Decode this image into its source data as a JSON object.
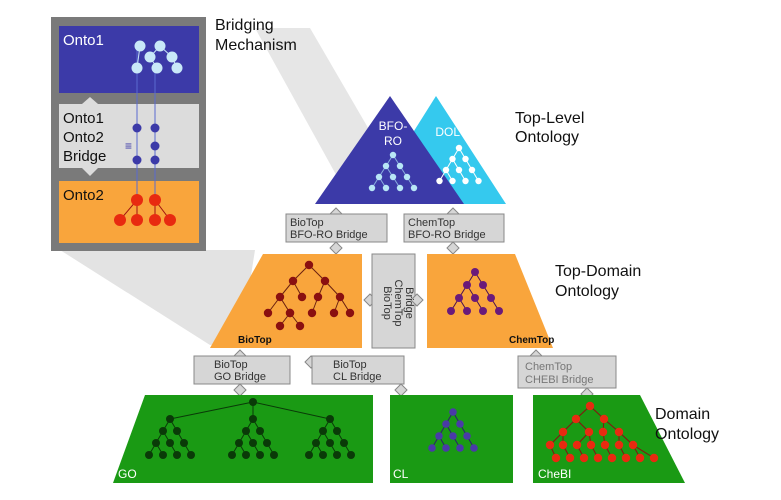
{
  "levels": {
    "top_level": [
      "Top-Level",
      "Ontology"
    ],
    "top_domain": [
      "Top-Domain",
      "Ontology"
    ],
    "domain": [
      "Domain",
      "Ontology"
    ],
    "bridging": [
      "Bridging",
      "Mechanism"
    ]
  },
  "inset": {
    "onto1": "Onto1",
    "onto2": "Onto2",
    "bridge_lines": [
      "Onto1",
      "Onto2",
      "Bridge"
    ],
    "equiv_symbol": "≡"
  },
  "top_level": {
    "bfo_ro": [
      "BFO-",
      "RO"
    ],
    "dolce": "DOLCE"
  },
  "top_domain": {
    "biotop": "BioTop",
    "chemtop": "ChemTop"
  },
  "domain": {
    "go": "GO",
    "cl": "CL",
    "chebi": "CheBI"
  },
  "bridges": {
    "biotop_bfo": [
      "BioTop",
      "BFO-RO Bridge"
    ],
    "chemtop_bfo": [
      "ChemTop",
      "BFO-RO Bridge"
    ],
    "biotop_chemtop": [
      "BioTop",
      "ChemTop",
      "Bridge"
    ],
    "biotop_go": [
      "BioTop",
      "GO Bridge"
    ],
    "biotop_cl": [
      "BioTop",
      "CL Bridge"
    ],
    "chemtop_chebi": [
      "ChemTop",
      "CHEBI Bridge"
    ]
  },
  "colors": {
    "bfo": "#3c3aa8",
    "dolce": "#35c9ee",
    "orange": "#f9a53c",
    "green": "#1a9a14",
    "dark_red": "#8a1010",
    "purple": "#6a1a7a",
    "red": "#e82a10",
    "inset_frame": "#7a7a7a",
    "bridge_box": "#d6d6d6"
  }
}
